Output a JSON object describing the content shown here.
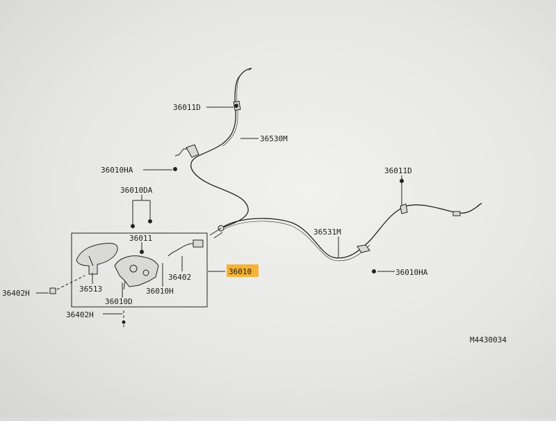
{
  "diagram": {
    "figure_code": "M4430034",
    "highlight_color": "#f5b335",
    "callouts": {
      "c36011D_top": "36011D",
      "c36530M": "36530M",
      "c36010HA_left": "36010HA",
      "c36010DA": "36010DA",
      "c36011": "36011",
      "c36402": "36402",
      "c36010": "36010",
      "c36513": "36513",
      "c36010H": "36010H",
      "c36010D": "36010D",
      "c36402H_left": "36402H",
      "c36402H_bottom": "36402H",
      "c36531M": "36531M",
      "c36011D_right": "36011D",
      "c36010HA_right": "36010HA"
    }
  }
}
